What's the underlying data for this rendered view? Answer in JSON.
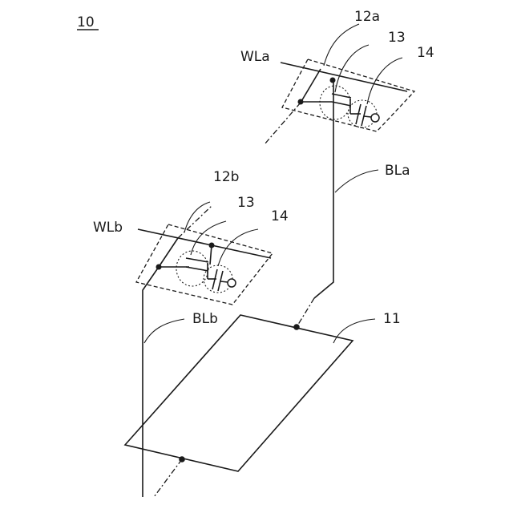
{
  "figure": {
    "ref": "10",
    "wordlines": [
      {
        "key": "a",
        "label": "WLa"
      },
      {
        "key": "b",
        "label": "WLb"
      }
    ],
    "bitlines": [
      {
        "key": "a",
        "label": "BLa"
      },
      {
        "key": "b",
        "label": "BLb"
      }
    ],
    "cells": [
      {
        "key": "a",
        "label": "12a",
        "transistor": "13",
        "capacitor": "14"
      },
      {
        "key": "b",
        "label": "12b",
        "transistor": "13",
        "capacitor": "14"
      }
    ],
    "plane": "11"
  }
}
